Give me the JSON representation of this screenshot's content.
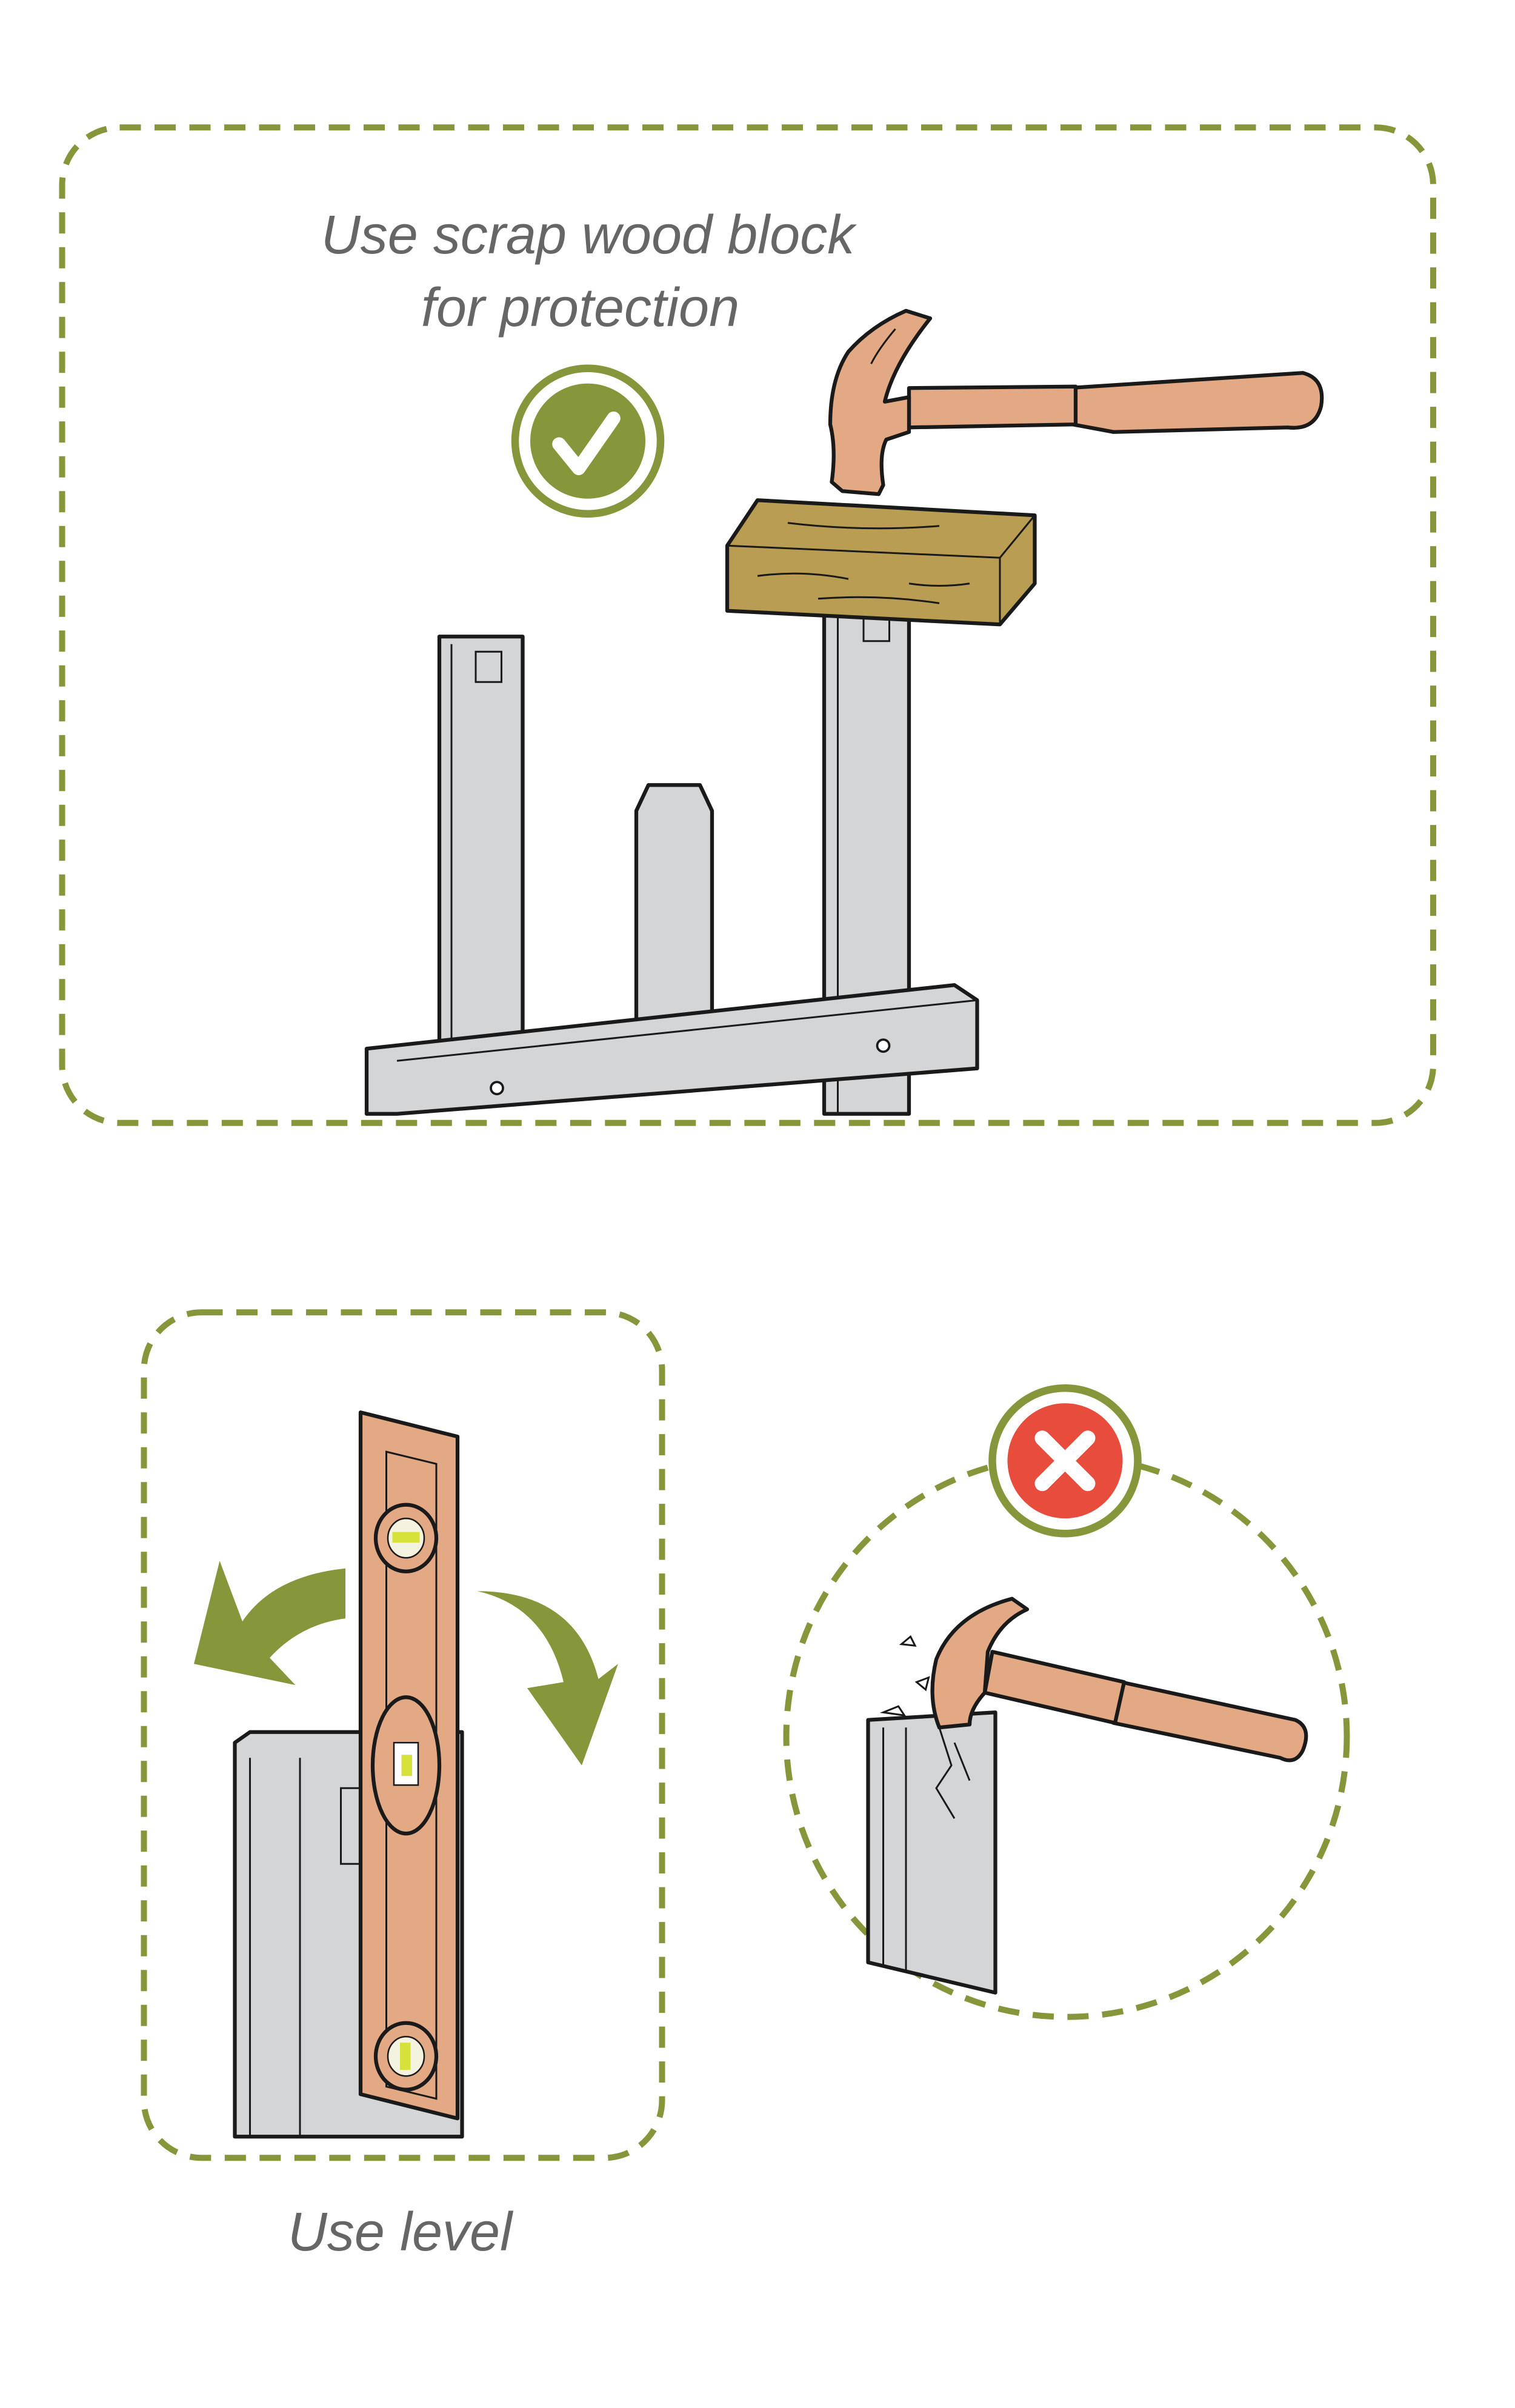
{
  "top_panel": {
    "caption_line1": "Use scrap wood block",
    "caption_line2": "for protection",
    "status": "correct"
  },
  "bottom_left_panel": {
    "caption": "Use level"
  },
  "bottom_right_panel": {
    "status": "incorrect"
  },
  "colors": {
    "accent_green": "#86963a",
    "error_red": "#e84c3d",
    "hammer": "#e3a984",
    "wood": "#b89d52",
    "post_gray": "#d4d5d7",
    "caption_text": "#666666"
  }
}
